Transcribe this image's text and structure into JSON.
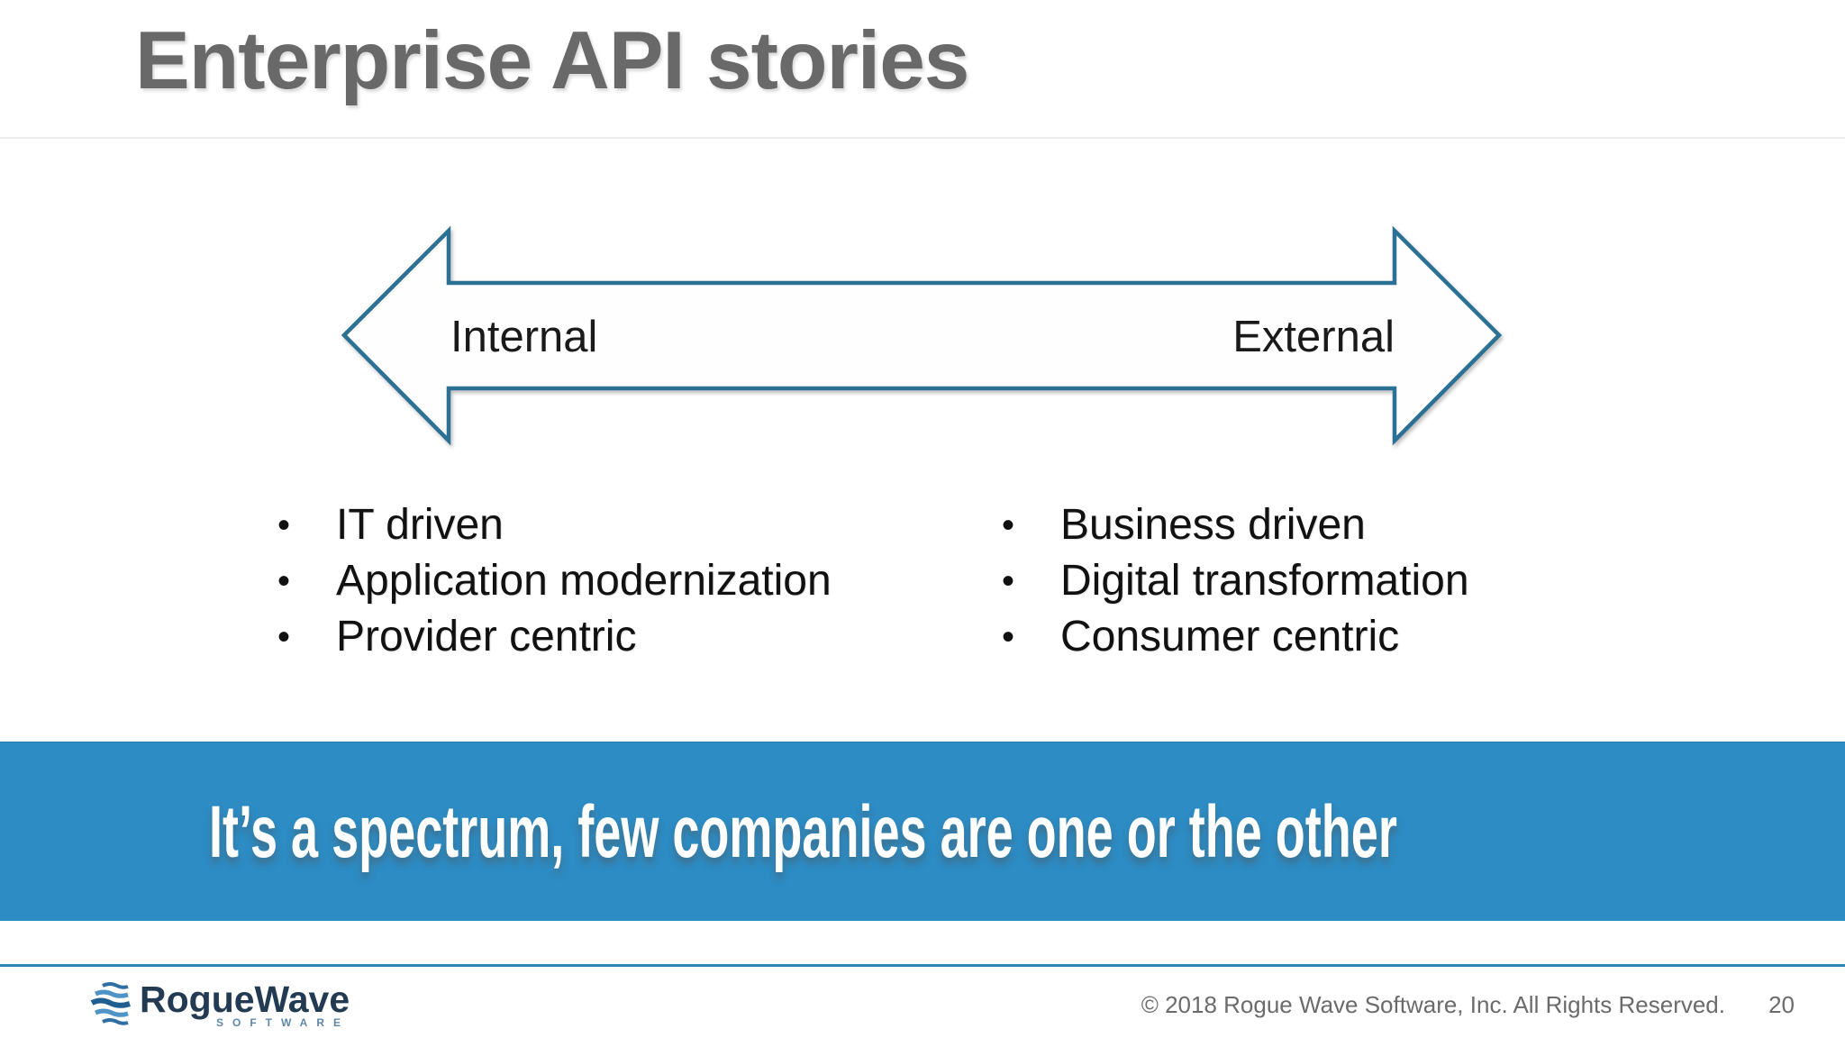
{
  "slide": {
    "title": "Enterprise API stories",
    "page_number": "20",
    "copyright": "© 2018 Rogue Wave Software, Inc. All Rights Reserved."
  },
  "arrow": {
    "left_label": "Internal",
    "right_label": "External"
  },
  "bullet_char": "•",
  "left_list": {
    "items": [
      "IT driven",
      "Application modernization",
      "Provider centric"
    ]
  },
  "right_list": {
    "items": [
      "Business driven",
      "Digital transformation",
      "Consumer centric"
    ]
  },
  "banner": {
    "text": "It’s a spectrum, few companies are one or the other"
  },
  "logo": {
    "name": "RogueWave",
    "subtext": "SOFTWARE"
  },
  "colors": {
    "banner-bg": "#2d8cc4",
    "arrow-stroke": "#2c7095",
    "footer-rule": "#2e86b5",
    "title-gray": "#696969"
  }
}
